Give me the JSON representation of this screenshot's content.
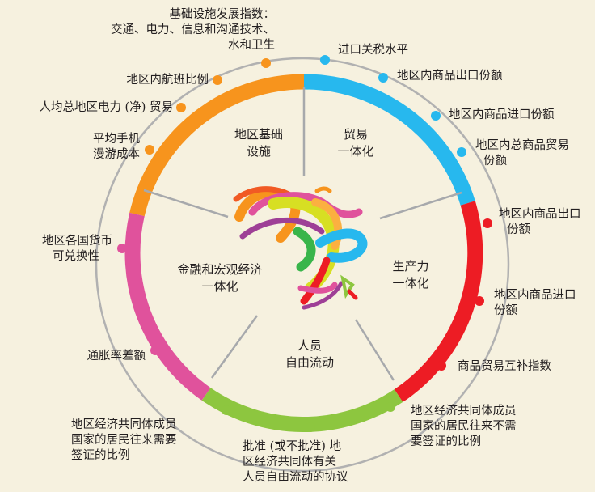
{
  "colors": {
    "background": "#f6f1df",
    "outer_ring": "#b1b1b1",
    "infrastructure": "#f7941d",
    "trade": "#27b8ee",
    "production": "#ed1c24",
    "movement": "#8dc63f",
    "finance": "#e0529c",
    "divider": "#a7a9ac"
  },
  "segments": {
    "infrastructure": {
      "line1": "地区基础",
      "line2": "设施"
    },
    "trade": {
      "line1": "贸易",
      "line2": "一体化"
    },
    "production": {
      "line1": "生产力",
      "line2": "一体化"
    },
    "movement": {
      "line1": "人员",
      "line2": "自由流动"
    },
    "finance": {
      "line1": "金融和宏观经济",
      "line2": "一体化"
    }
  },
  "indicators": {
    "infra_index": {
      "line1": "基础设施发展指数：",
      "line2": "交通、电力、信息和沟通技术、",
      "line3": "水和卫生"
    },
    "flights": "地区内航班比例",
    "electricity": "人均总地区电力 (净) 贸易",
    "roaming": {
      "line1": "平均手机",
      "line2": "漫游成本"
    },
    "tariff": "进口关税水平",
    "export_share": "地区内商品出口份额",
    "import_share": "地区内商品进口份额",
    "total_trade": {
      "line1": "地区内总商品贸易",
      "line2": "份额"
    },
    "prod_export": {
      "line1": "地区内商品出口",
      "line2": "份额"
    },
    "prod_import": {
      "line1": "地区内商品进口",
      "line2": "份额"
    },
    "complementarity": "商品贸易互补指数",
    "visa_free": {
      "line1": "地区经济共同体成员",
      "line2": "国家的居民往来不需",
      "line3": "要签证的比例"
    },
    "protocol": {
      "line1": "批准 (或不批准) 地",
      "line2": "区经济共同体有关",
      "line3": "人员自由流动的协议"
    },
    "visa_required": {
      "line1": "地区经济共同体成员",
      "line2": "国家的居民往来需要",
      "line3": "签证的比例"
    },
    "inflation": "通胀率差额",
    "convertibility": {
      "line1": "地区各国货币",
      "line2": "可兑换性"
    }
  }
}
